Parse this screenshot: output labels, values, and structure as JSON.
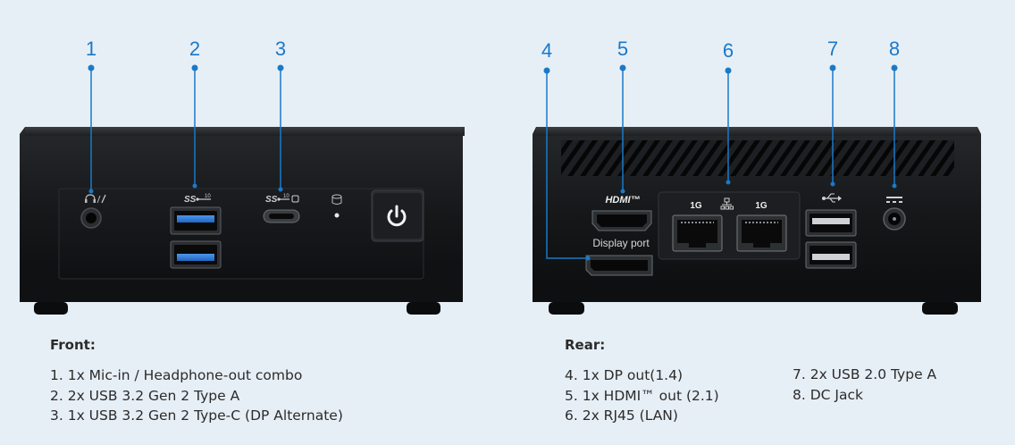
{
  "callouts": {
    "front": [
      "1",
      "2",
      "3"
    ],
    "rear": [
      "4",
      "5",
      "6",
      "7",
      "8"
    ]
  },
  "ports": {
    "hdmi_logo": "HDMI™",
    "display_port": "Display port",
    "lan_speed_a": "1G",
    "lan_speed_b": "1G"
  },
  "front_legend": {
    "heading": "Front:",
    "items": [
      "1. 1x Mic-in / Headphone-out combo",
      "2. 2x USB 3.2 Gen 2 Type A",
      "3. 1x USB 3.2 Gen 2 Type-C (DP Alternate)"
    ]
  },
  "rear_legend": {
    "heading": "Rear:",
    "items_col1": [
      "4. 1x DP out(1.4)",
      "5. 1x HDMI™ out (2.1)",
      "6. 2x RJ45 (LAN)"
    ],
    "items_col2": [
      "7. 2x USB 2.0 Type A",
      "8. DC Jack"
    ]
  },
  "colors": {
    "callout": "#1a79c9",
    "usb3_port": "#2f7fd8",
    "chassis": "#121416",
    "background": "#e7eff6"
  },
  "icons": {
    "audio": "headphone-mic-icon",
    "usb_ss10": "usb-superspeed-10-icon",
    "usb_c_ss10_dp": "usb-c-superspeed-displayport-icon",
    "disk": "disk-activity-icon",
    "power": "power-icon",
    "network": "network-icon",
    "usb": "usb-icon",
    "dc": "dc-power-icon"
  }
}
